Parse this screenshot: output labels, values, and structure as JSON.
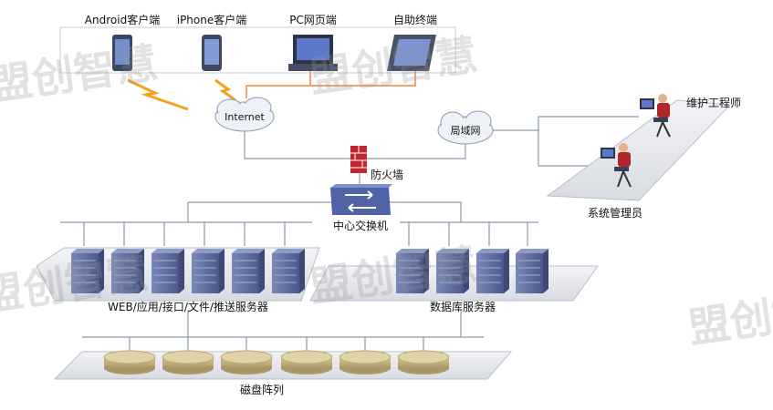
{
  "clients": {
    "android": "Android客户端",
    "iphone": "iPhone客户端",
    "pc": "PC网页端",
    "kiosk": "自助终端"
  },
  "network": {
    "internet": "Internet",
    "lan": "局域网",
    "firewall": "防火墙",
    "core_switch": "中心交换机"
  },
  "people": {
    "maintenance": "维护工程师",
    "admin": "系统管理员"
  },
  "servers": {
    "app_servers": "WEB/应用/接口/文件/推送服务器",
    "db_servers": "数据库服务器"
  },
  "storage": {
    "disk_array": "磁盘阵列"
  },
  "watermark": "盟创智慧",
  "colors": {
    "line": "#8a9aac",
    "server_body": "#5f6e9e",
    "server_dark": "#3d4874",
    "disk": "#c9b887",
    "platform": "#e6e8ed",
    "orange_link": "#f4a46a",
    "bolt": "#f7a11a"
  }
}
